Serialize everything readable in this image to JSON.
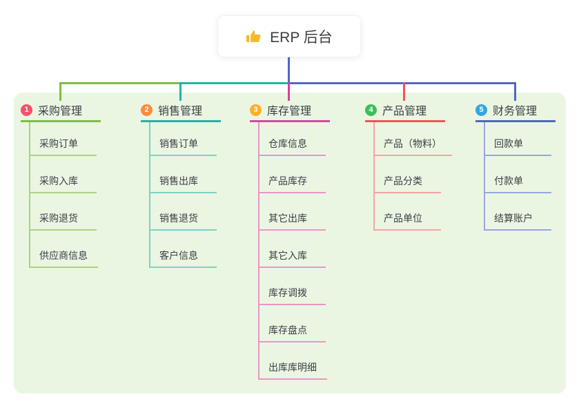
{
  "root": {
    "label": "ERP 后台",
    "icon": "thumbs-up-icon"
  },
  "branches": [
    {
      "index": "1",
      "label": "采购管理",
      "children": [
        "采购订单",
        "采购入库",
        "采购退货",
        "供应商信息"
      ]
    },
    {
      "index": "2",
      "label": "销售管理",
      "children": [
        "销售订单",
        "销售出库",
        "销售退货",
        "客户信息"
      ]
    },
    {
      "index": "3",
      "label": "库存管理",
      "children": [
        "仓库信息",
        "产品库存",
        "其它出库",
        "其它入库",
        "库存调拨",
        "库存盘点",
        "出库库明细"
      ]
    },
    {
      "index": "4",
      "label": "产品管理",
      "children": [
        "产品（物料）",
        "产品分类",
        "产品单位"
      ]
    },
    {
      "index": "5",
      "label": "财务管理",
      "children": [
        "回款单",
        "付款单",
        "结算账户"
      ]
    }
  ],
  "colors": {
    "panel_background": "#EAF6E2",
    "root_connector": "#5266C4",
    "branch_palette": [
      {
        "line": "#7CBE43",
        "line_light": "#A9D383",
        "badge": "#F4516C"
      },
      {
        "line": "#23B3A4",
        "line_light": "#7FD0C7",
        "badge": "#FB8C3C"
      },
      {
        "line": "#D6499C",
        "line_light": "#E896C8",
        "badge": "#FFAF2B"
      },
      {
        "line": "#F25358",
        "line_light": "#F7A3A6",
        "badge": "#3DBE5B"
      },
      {
        "line": "#5266C4",
        "line_light": "#98A6DC",
        "badge": "#35A5DF"
      }
    ],
    "thumb_icon": "#F5B92B",
    "text": "#3A3F45"
  }
}
